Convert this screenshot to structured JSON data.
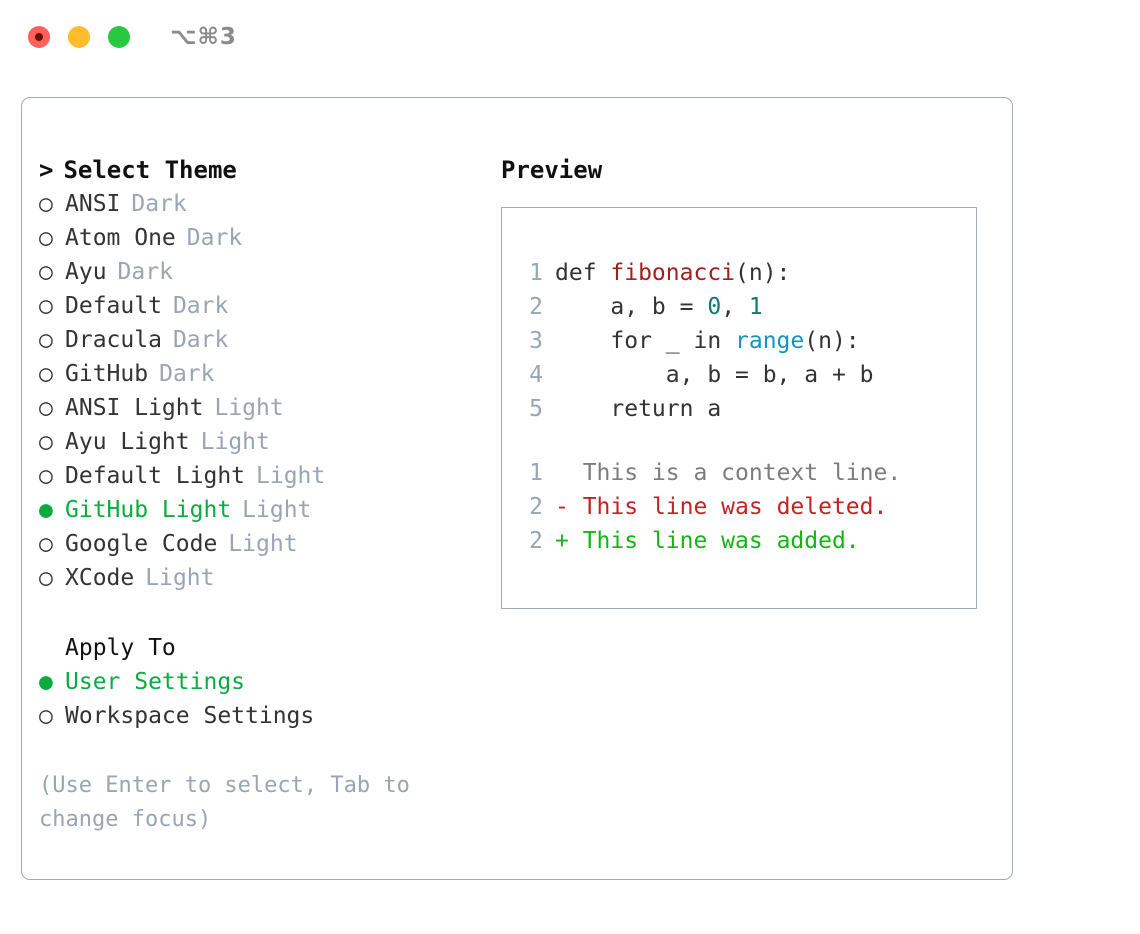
{
  "titlebar": {
    "shortcut": "⌥⌘3",
    "buttons": {
      "close": "close-window",
      "minimize": "minimize-window",
      "maximize": "maximize-window"
    }
  },
  "theme_panel": {
    "heading": "Select Theme",
    "caret": ">",
    "bullet_unselected": "○",
    "bullet_selected": "●",
    "items": [
      {
        "label": "ANSI",
        "kind": "Dark",
        "selected": false
      },
      {
        "label": "Atom One",
        "kind": "Dark",
        "selected": false
      },
      {
        "label": "Ayu",
        "kind": "Dark",
        "selected": false
      },
      {
        "label": "Default",
        "kind": "Dark",
        "selected": false
      },
      {
        "label": "Dracula",
        "kind": "Dark",
        "selected": false
      },
      {
        "label": "GitHub",
        "kind": "Dark",
        "selected": false
      },
      {
        "label": "ANSI Light",
        "kind": "Light",
        "selected": false
      },
      {
        "label": "Ayu Light",
        "kind": "Light",
        "selected": false
      },
      {
        "label": "Default Light",
        "kind": "Light",
        "selected": false
      },
      {
        "label": "GitHub Light",
        "kind": "Light",
        "selected": true
      },
      {
        "label": "Google Code",
        "kind": "Light",
        "selected": false
      },
      {
        "label": "XCode",
        "kind": "Light",
        "selected": false
      }
    ]
  },
  "apply_to": {
    "heading": "Apply To",
    "items": [
      {
        "label": "User Settings",
        "selected": true
      },
      {
        "label": "Workspace Settings",
        "selected": false
      }
    ]
  },
  "help": {
    "line1": "(Use Enter to select, Tab to",
    "line2": "change focus)"
  },
  "preview": {
    "heading": "Preview",
    "code_lines": [
      {
        "num": "1",
        "parts": [
          {
            "text": "def ",
            "style": "plain"
          },
          {
            "text": "fibonacci",
            "style": "fn"
          },
          {
            "text": "(n):",
            "style": "plain"
          }
        ]
      },
      {
        "num": "2",
        "parts": [
          {
            "text": "    a, b = ",
            "style": "plain"
          },
          {
            "text": "0",
            "style": "num"
          },
          {
            "text": ", ",
            "style": "plain"
          },
          {
            "text": "1",
            "style": "num"
          }
        ]
      },
      {
        "num": "3",
        "parts": [
          {
            "text": "    for _ in ",
            "style": "plain"
          },
          {
            "text": "range",
            "style": "builtin"
          },
          {
            "text": "(n):",
            "style": "plain"
          }
        ]
      },
      {
        "num": "4",
        "parts": [
          {
            "text": "        a, b = b, a + b",
            "style": "plain"
          }
        ]
      },
      {
        "num": "5",
        "parts": [
          {
            "text": "    return a",
            "style": "plain"
          }
        ]
      }
    ],
    "diff_lines": [
      {
        "num": "1",
        "marker": " ",
        "text": "This is a context line.",
        "style": "ctx"
      },
      {
        "num": "2",
        "marker": "-",
        "text": "This line was deleted.",
        "style": "del"
      },
      {
        "num": "2",
        "marker": "+",
        "text": "This line was added.",
        "style": "add"
      }
    ]
  },
  "colors": {
    "accent_green": "#0BAB41",
    "muted": "#9aa5b1",
    "border": "#9fabb8",
    "text": "#333333",
    "diff_add": "#14b514",
    "diff_del": "#c32222",
    "syntax_fn": "#a51d1d",
    "syntax_num": "#0b7a75",
    "syntax_builtin": "#1592bd"
  }
}
